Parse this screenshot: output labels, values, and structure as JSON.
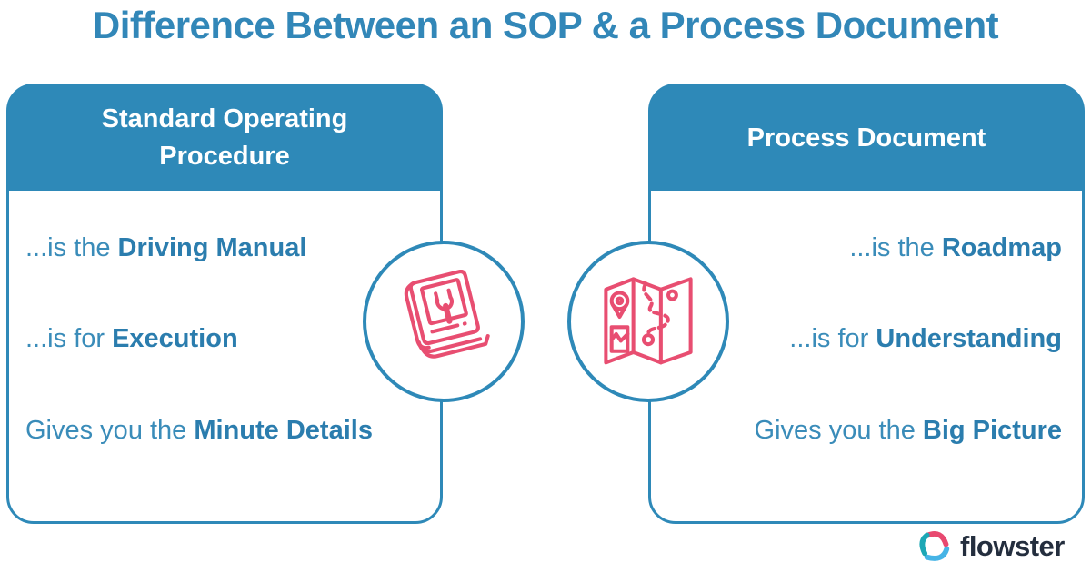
{
  "title": "Difference Between an SOP & a Process Document",
  "colors": {
    "primary_blue": "#2E89B8",
    "title_blue": "#3287B8",
    "text_blue": "#3A8CB9",
    "text_bold_blue": "#2B7DAE",
    "accent_pink": "#E84E71",
    "logo_navy": "#242E3E"
  },
  "sop_card": {
    "header": "Standard Operating Procedure",
    "rows": [
      {
        "prefix": "...is the ",
        "bold": "Driving Manual"
      },
      {
        "prefix": "...is for ",
        "bold": "Execution"
      },
      {
        "prefix": "Gives you the ",
        "bold": "Minute Details"
      }
    ],
    "icon": "manual-book-wrench-icon"
  },
  "process_card": {
    "header": "Process Document",
    "rows": [
      {
        "prefix": "...is the ",
        "bold": "Roadmap"
      },
      {
        "prefix": "...is for ",
        "bold": "Understanding"
      },
      {
        "prefix": "Gives you the ",
        "bold": "Big Picture"
      }
    ],
    "icon": "folded-map-icon"
  },
  "footer": {
    "brand": "flowster"
  }
}
